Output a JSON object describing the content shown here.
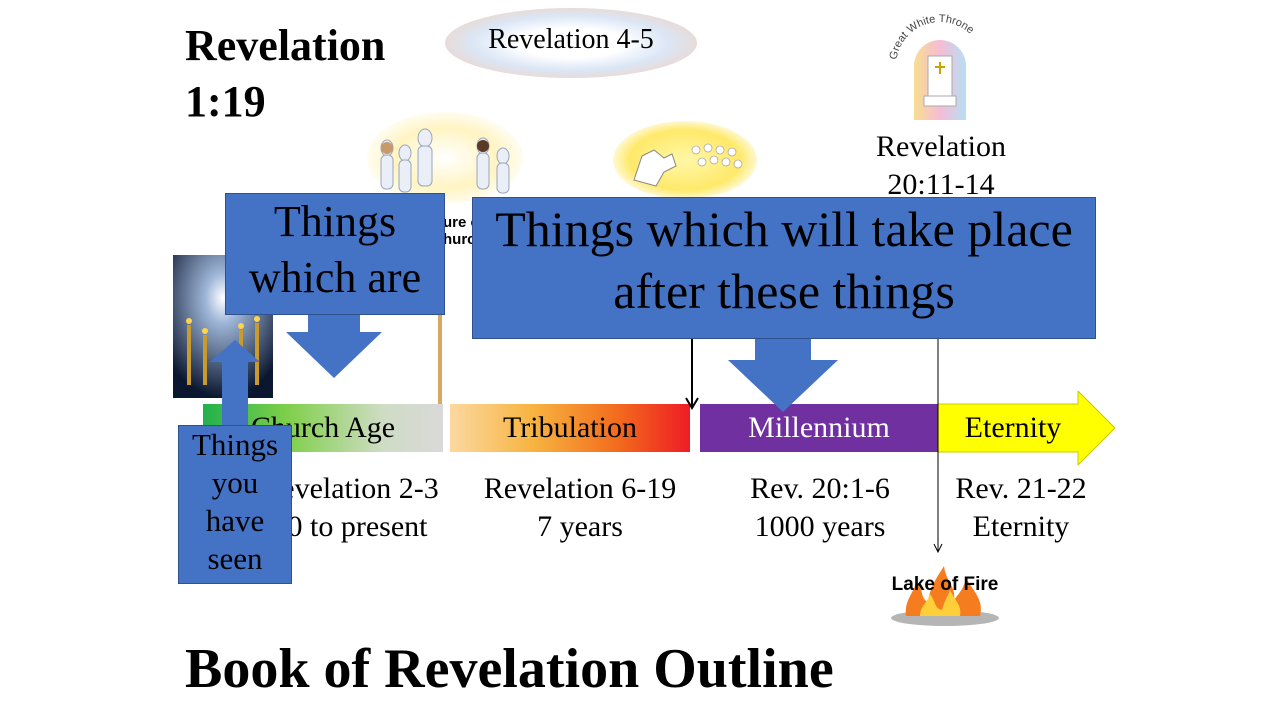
{
  "slide": {
    "top_reference": "Revelation 1:19",
    "title": "Book of Revelation Outline",
    "cloud_label": "Revelation 4-5",
    "throne_caption": "Revelation 20:11-14",
    "throne_arc_text": "Great White Throne",
    "lake_label": "Lake of Fire",
    "rapture_partial": "ure c\nhurc"
  },
  "timeline": [
    {
      "label": "Church Age",
      "caption1": "Revelation 2-3",
      "caption2": "30 to present",
      "color": "#22b14c"
    },
    {
      "label": "Tribulation",
      "caption1": "Revelation 6-19",
      "caption2": "7 years",
      "color": "#f26b1d"
    },
    {
      "label": "Millennium",
      "caption1": "Rev. 20:1-6",
      "caption2": "1000 years",
      "color": "#7030a0"
    },
    {
      "label": "Eternity",
      "caption1": "Rev. 21-22",
      "caption2": "Eternity",
      "color": "#ffff00"
    }
  ],
  "boxes": {
    "things_seen": "Things you have seen",
    "things_are": "Things which are",
    "things_after": "Things which will take place after these things",
    "color": "#4472c4"
  },
  "icons": [
    "candlestick-scene-image",
    "rapture-image",
    "white-horse-image",
    "great-white-throne-image",
    "lake-of-fire-image",
    "cloud-image"
  ]
}
